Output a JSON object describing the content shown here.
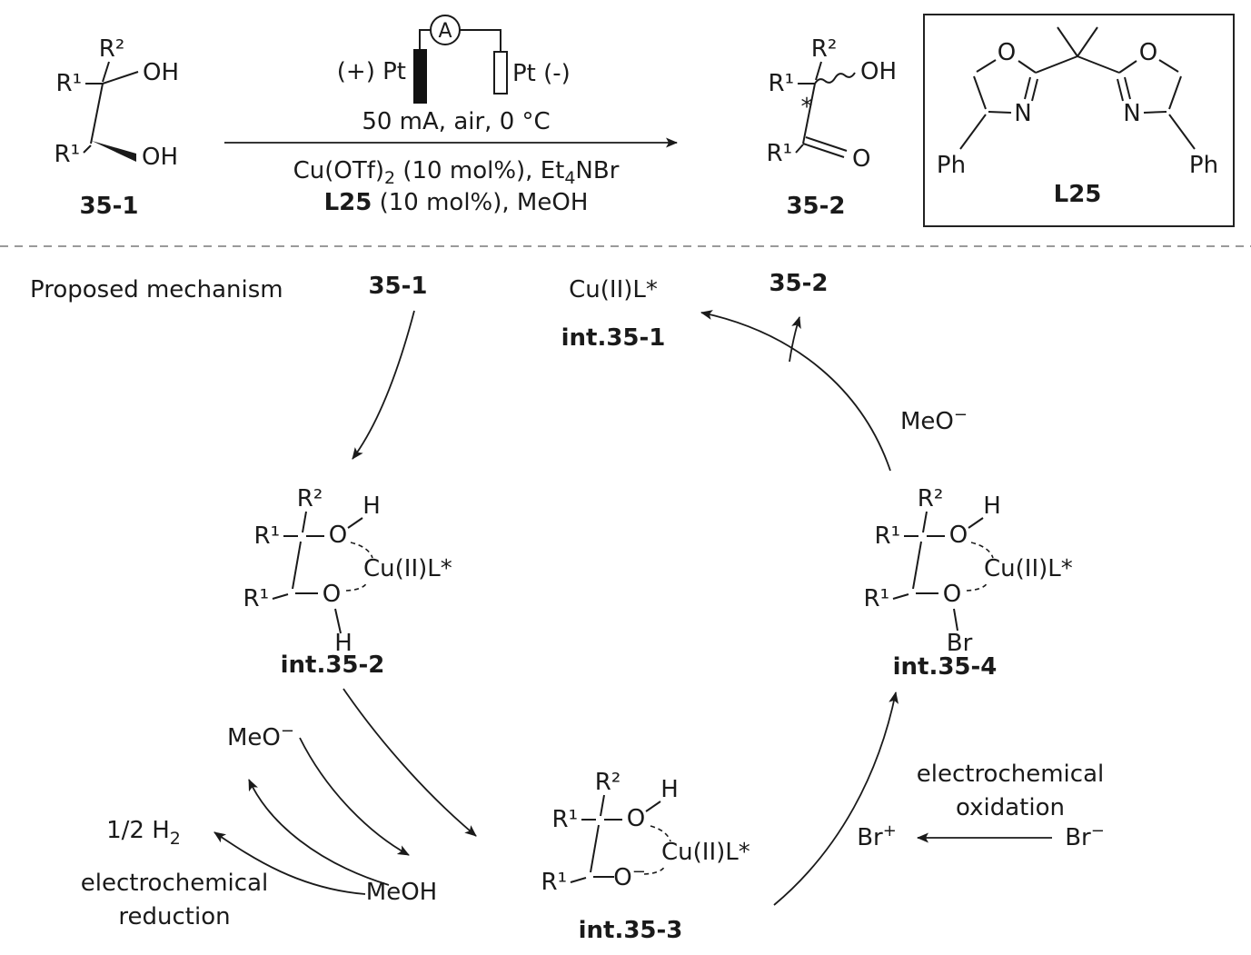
{
  "colors": {
    "ink": "#1a1a1a",
    "background": "#ffffff",
    "divider": "#9a9a9a"
  },
  "scheme": {
    "substrate": {
      "r2": "R²",
      "r1_top": "R¹",
      "oh_top": "OH",
      "r1_bot": "R¹",
      "oh_bot": "OH",
      "label": "35-1"
    },
    "cell": {
      "ammeter": "A",
      "anode": "(+) Pt",
      "cathode": "Pt (-)"
    },
    "conditions": {
      "above": "50 mA, air, 0 °C",
      "line2": {
        "p1": "Cu(OTf)",
        "s1": "2",
        "p2": " (10 mol%), Et",
        "s2": "4",
        "p3": "NBr"
      },
      "line3": {
        "bold": "L25",
        "rest": " (10 mol%), MeOH"
      }
    },
    "product": {
      "r2": "R²",
      "r1_top": "R¹",
      "oh": "OH",
      "stereo": "*",
      "r1_bot": "R¹",
      "o": "O",
      "label": "35-2"
    },
    "ligand": {
      "o_left": "O",
      "n_left": "N",
      "ph_left": "Ph",
      "o_right": "O",
      "n_right": "N",
      "ph_right": "Ph",
      "label": "L25"
    }
  },
  "mechanism": {
    "title": "Proposed mechanism",
    "substrate": "35-1",
    "product": "35-2",
    "catalyst": "Cu(II)L*",
    "catalyst_label": "int.35-1",
    "int2": {
      "r2": "R²",
      "r1_top": "R¹",
      "o_top": "O",
      "h_top": "H",
      "r1_bot": "R¹",
      "o_bot": "O",
      "h_bot": "H",
      "cu": "Cu(II)L*",
      "label": "int.35-2"
    },
    "int3": {
      "r2": "R²",
      "r1_top": "R¹",
      "o_top": "O",
      "h_top": "H",
      "r1_bot": "R¹",
      "o_bot": "O",
      "charge": "−",
      "cu": "Cu(II)L*",
      "label": "int.35-3"
    },
    "int4": {
      "r2": "R²",
      "r1_top": "R¹",
      "o_top": "O",
      "h_top": "H",
      "r1_bot": "R¹",
      "o_bot": "O",
      "br": "Br",
      "cu": "Cu(II)L*",
      "label": "int.35-4"
    },
    "meo_right": {
      "base": "MeO",
      "sup": "−"
    },
    "meo_left": {
      "base": "MeO",
      "sup": "−"
    },
    "h2": {
      "base": "1/2 H",
      "sub": "2"
    },
    "meoh": "MeOH",
    "reduction": {
      "line1": "electrochemical",
      "line2": "reduction"
    },
    "oxidation": {
      "line1": "electrochemical",
      "line2": "oxidation"
    },
    "br_plus": {
      "base": "Br",
      "sup": "+"
    },
    "br_minus": {
      "base": "Br",
      "sup": "−"
    }
  }
}
